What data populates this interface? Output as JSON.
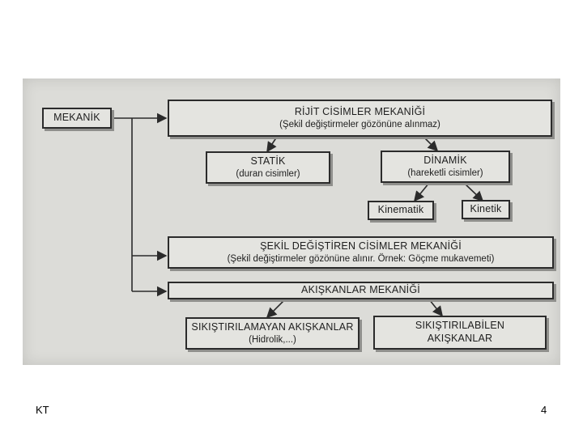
{
  "diagram": {
    "root": "MEKANİK",
    "rigid": {
      "title": "RİJİT CİSİMLER MEKANİĞİ",
      "subtitle": "(Şekil değiştirmeler gözönüne alınmaz)"
    },
    "static": {
      "title": "STATİK",
      "subtitle": "(duran cisimler)"
    },
    "dynamic": {
      "title": "DİNAMİK",
      "subtitle": "(hareketli cisimler)"
    },
    "kinematic": "Kinematik",
    "kinetic": "Kinetik",
    "deformable": {
      "title": "ŞEKİL DEĞİŞTİREN CİSİMLER MEKANİĞİ",
      "subtitle": "(Şekil değiştirmeler gözönüne alınır. Örnek: Göçme mukavemeti)"
    },
    "fluid": "AKIŞKANLAR MEKANİĞİ",
    "incompressible": {
      "title": "SIKIŞTIRILAMAYAN AKIŞKANLAR",
      "subtitle": "(Hidrolik,...)"
    },
    "compressible": {
      "title": "SIKIŞTIRILABİLEN",
      "subtitle": "AKIŞKANLAR"
    }
  },
  "footer": {
    "left": "KT",
    "page_number": "4"
  }
}
